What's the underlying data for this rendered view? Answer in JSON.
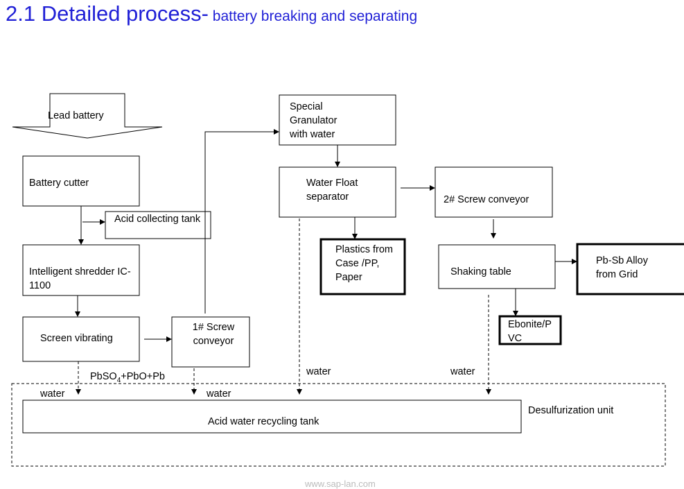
{
  "title": {
    "main": "2.1  Detailed process-",
    "sub": " battery breaking and separating"
  },
  "nodes": {
    "lead_battery": "Lead battery",
    "battery_cutter": "Battery cutter",
    "acid_collecting_tank": "Acid collecting tank",
    "intelligent_shredder": "Intelligent shredder IC-1100",
    "screen_vibrating": "Screen vibrating",
    "screw_conveyor_1": "1# Screw conveyor",
    "granulator": "Special Granulator with water",
    "water_float_separator": "Water Float separator",
    "plastics": "Plastics from Case /PP, Paper",
    "screw_conveyor_2": "2# Screw conveyor",
    "shaking_table": "Shaking table",
    "pb_sb_alloy": "Pb-Sb Alloy from Grid",
    "ebonite": "Ebonite/PVC",
    "acid_water_tank": "Acid water recycling tank",
    "desulfurization": "Desulfurization unit"
  },
  "edge_labels": {
    "water_1": "water",
    "water_2": "water",
    "water_3": "water",
    "water_4": "water",
    "pb_compound": {
      "a": "PbSO",
      "sub": "4",
      "b": "+PbO+Pb"
    }
  },
  "watermark": "www.sap-lan.com"
}
